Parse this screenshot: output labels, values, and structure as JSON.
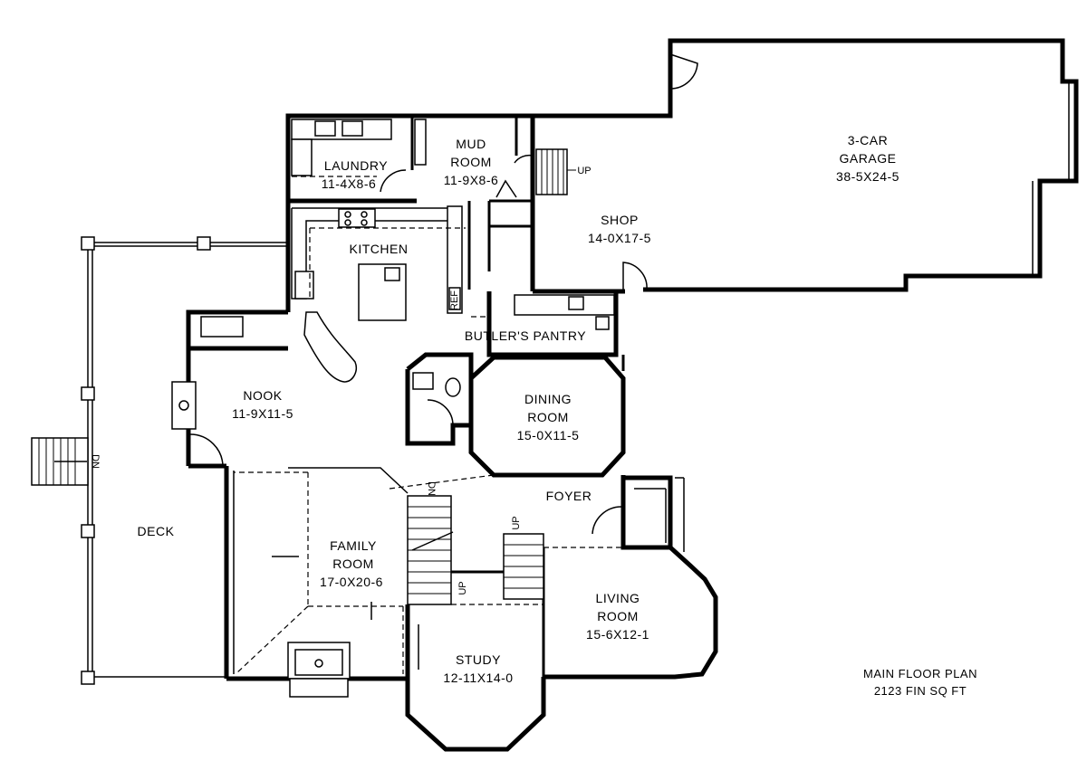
{
  "rooms": {
    "garage": {
      "name_line1": "3-CAR",
      "name_line2": "GARAGE",
      "dims": "38-5X24-5"
    },
    "shop": {
      "name": "SHOP",
      "dims": "14-0X17-5"
    },
    "mud": {
      "name_line1": "MUD",
      "name_line2": "ROOM",
      "dims": "11-9X8-6"
    },
    "laundry": {
      "name": "LAUNDRY",
      "dims": "11-4X8-6"
    },
    "kitchen": {
      "name": "KITCHEN"
    },
    "butler": {
      "name": "BUTLER'S PANTRY"
    },
    "nook": {
      "name": "NOOK",
      "dims": "11-9X11-5"
    },
    "dining": {
      "name_line1": "DINING",
      "name_line2": "ROOM",
      "dims": "15-0X11-5"
    },
    "foyer": {
      "name": "FOYER"
    },
    "family": {
      "name_line1": "FAMILY",
      "name_line2": "ROOM",
      "dims": "17-0X20-6"
    },
    "living": {
      "name_line1": "LIVING",
      "name_line2": "ROOM",
      "dims": "15-6X12-1"
    },
    "study": {
      "name": "STUDY",
      "dims": "12-11X14-0"
    },
    "deck": {
      "name": "DECK"
    }
  },
  "stairs": {
    "up_label": "UP",
    "dn_label": "DN"
  },
  "fixture_labels": {
    "ref": "REF"
  },
  "plan_title": {
    "line1": "MAIN FLOOR PLAN",
    "line2": "2123 FIN SQ FT"
  }
}
